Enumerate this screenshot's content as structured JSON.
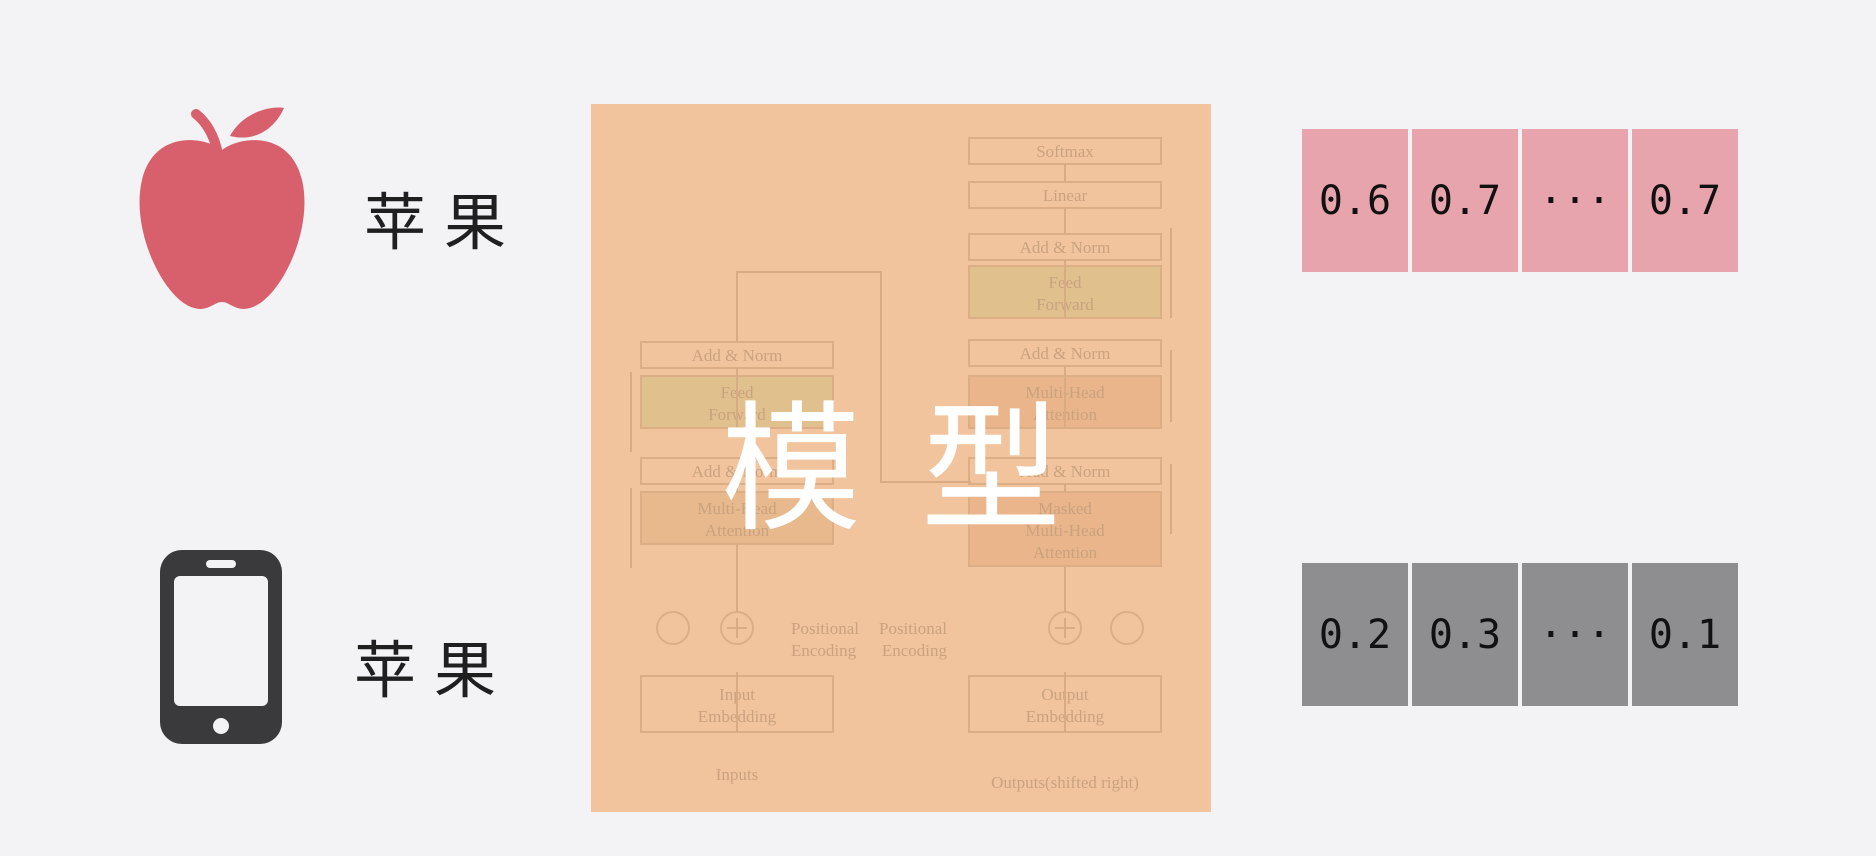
{
  "rows": [
    {
      "icon": "apple-fruit-icon",
      "word": "苹果",
      "vector": [
        "0.6",
        "0.7",
        "···",
        "0.7"
      ],
      "vector_color": "#e8a4ad"
    },
    {
      "icon": "smartphone-icon",
      "word": "苹果",
      "vector": [
        "0.2",
        "0.3",
        "···",
        "0.1"
      ],
      "vector_color": "#8e8d90"
    }
  ],
  "model": {
    "title": "模型",
    "background": "#f2c49d",
    "diagram_labels": {
      "softmax": "Softmax",
      "linear": "Linear",
      "dec_add_norm_top": "Add & Norm",
      "dec_feed": "Feed",
      "dec_forward": "Forward",
      "dec_add_norm_mid": "Add & Norm",
      "dec_mha1": "Multi-Head",
      "dec_mha2": "Attention",
      "dec_add_norm_low": "Add & Norm",
      "dec_masked1": "Masked",
      "dec_masked2": "Multi-Head",
      "dec_masked3": "Attention",
      "enc_add_norm_top": "Add & Norm",
      "enc_feed": "Feed",
      "enc_forward": "Forward",
      "enc_add_norm_low": "Add & Norm",
      "enc_mha1": "Multi-Head",
      "enc_mha2": "Attention",
      "enc_pos1": "Positional",
      "enc_pos2": "Encoding",
      "dec_pos1": "Positional",
      "dec_pos2": "Encoding",
      "enc_emb1": "Input",
      "enc_emb2": "Embedding",
      "dec_emb1": "Output",
      "dec_emb2": "Embedding",
      "inputs": "Inputs",
      "outputs": "Outputs(shifted right)"
    }
  }
}
